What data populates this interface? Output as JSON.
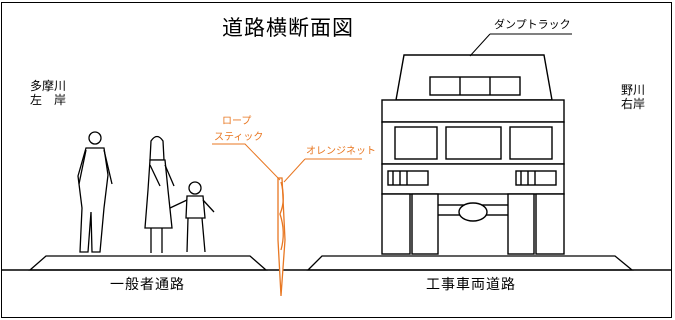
{
  "diagram": {
    "title": "道路横断面図",
    "left_bank": [
      "多摩川",
      "左　岸"
    ],
    "right_bank": [
      "野川",
      "右岸"
    ],
    "truck_label": "ダンプトラック",
    "rope_label": [
      "ロープ",
      "スティック"
    ],
    "net_label": "オレンジネット",
    "pedestrian_road": "一般者通路",
    "construction_road": "工事車両道路",
    "colors": {
      "line": "#000000",
      "barrier": "#e87722",
      "background": "#ffffff"
    }
  }
}
